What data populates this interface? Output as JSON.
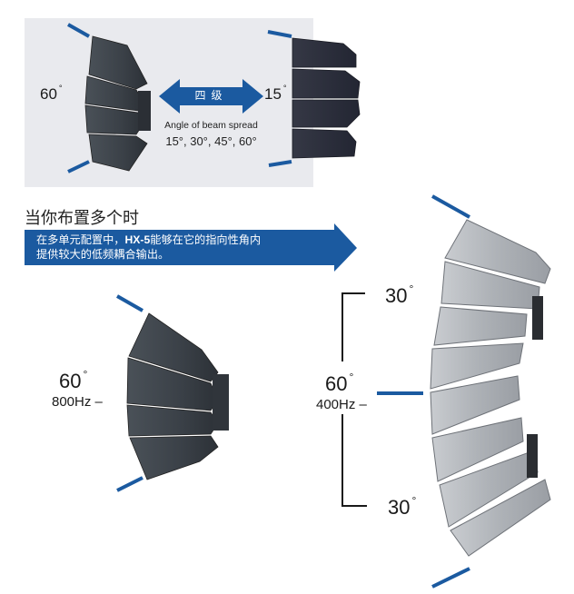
{
  "colors": {
    "accent_blue": "#1b5aa0",
    "panel_bg": "#e9eaee",
    "speaker_dark": "#3e454c",
    "speaker_light": "#b9bcc0"
  },
  "top_panel": {
    "left_angle": "60",
    "right_angle": "15",
    "degree_symbol": "°",
    "arrow_label": "四级",
    "caption_line1": "Angle of beam spread",
    "caption_line2": "15°, 30°, 45°, 60°"
  },
  "section": {
    "title": "当你布置多个时",
    "banner_line1_pre": "在多单元配置中，",
    "banner_line1_bold": "HX-5",
    "banner_line1_post": "能够在它的指向性角内",
    "banner_line2": "提供较大的低频耦合输出。"
  },
  "small_array": {
    "angle": "60",
    "frequency": "800Hz",
    "dash": "–"
  },
  "large_array": {
    "angle": "60",
    "frequency": "400Hz",
    "dash": "–",
    "top_angle": "30",
    "bottom_angle": "30"
  }
}
